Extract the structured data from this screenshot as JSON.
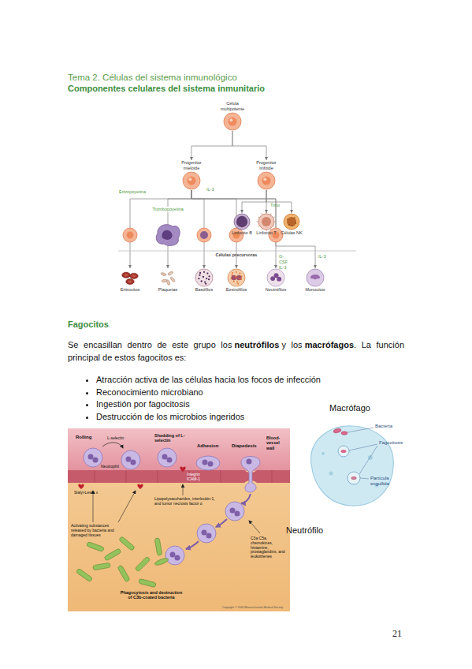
{
  "diagram": {
    "title": "Tema 2. Células del sistema inmunológico",
    "nodes": [
      {
        "text": [
          "Célula multipotente"
        ]
      },
      {
        "text": [
          "Progenitor mieloide"
        ]
      },
      {
        "text": [
          "Progenitor linfoide"
        ]
      },
      {
        "text": [
          "Linfocito B"
        ]
      },
      {
        "text": [
          "Linfocito T"
        ]
      },
      {
        "text": [
          "Células NK"
        ]
      },
      {
        "text": [
          "Eritrocitos"
        ]
      },
      {
        "text": [
          "Plaquetas"
        ]
      },
      {
        "text": [
          "Basófilos"
        ]
      },
      {
        "text": [
          "Eosinófilos"
        ]
      },
      {
        "text": [
          "Neutrófilos"
        ]
      },
      {
        "text": [
          "Monocitos"
        ]
      }
    ],
    "edges": [
      {
        "from": 0,
        "to": 1,
        "arrow": "to"
      },
      {
        "from": 0,
        "to": 2,
        "arrow": "to"
      },
      {
        "from": 2,
        "to": 3,
        "arrow": "to"
      },
      {
        "from": 2,
        "to": 4,
        "label": "Timo",
        "arrow": "to"
      },
      {
        "from": 2,
        "to": 5,
        "arrow": "to"
      },
      {
        "from": 1,
        "to": 6,
        "label": "Eritropoyetina",
        "arrow": "to"
      },
      {
        "from": 1,
        "to": 7,
        "label": "Trombopoyetina",
        "arrow": "to"
      },
      {
        "from": 1,
        "to": 8,
        "arrow": "to"
      },
      {
        "from": 1,
        "to": 9,
        "arrow": "to"
      },
      {
        "from": 1,
        "to": 10,
        "label": "G-CSF IL-3",
        "arrow": "to"
      },
      {
        "from": 1,
        "to": 11,
        "label": "IL-3",
        "arrow": "to"
      }
    ],
    "labels": [
      "Componentes celulares del sistema inmunitario",
      "IL-3",
      "Células precursoras",
      "Fagocitos",
      "Se encasillan dentro de este grupo los",
      "neutrófilos",
      "y los",
      "macrófagos",
      ". La función principal de estos fagocitos es:",
      "Atracción activa de las células hacia los focos de infección",
      "Reconocimiento microbiano",
      "Ingestión por fagocitosis",
      "Destrucción de los microbios ingeridos",
      "Macrófago",
      "Bacteria",
      "Fagocitosis",
      "Partícula engullida",
      "Neutrófilo",
      "Rolling",
      "L-selectin",
      "Neutrophil",
      "Sialyl-Lewis x",
      "Shedding of L-selectin",
      "Integrin",
      "ICAM-1",
      "Adhesion",
      "Diapedesis",
      "Blood-vessel wall",
      "Activating substances released by bacteria and damaged tissues",
      "Lipopolysaccharides, interleukin-1, and tumor necrosis factor α",
      "C3a C5a, chemokines, histamine, prostaglandins, and leukotrienes",
      "Phagocytosis and destruction of C3b-coated bacteria",
      "Copyright © 2000 Massachusetts Medical Society",
      "21"
    ]
  }
}
